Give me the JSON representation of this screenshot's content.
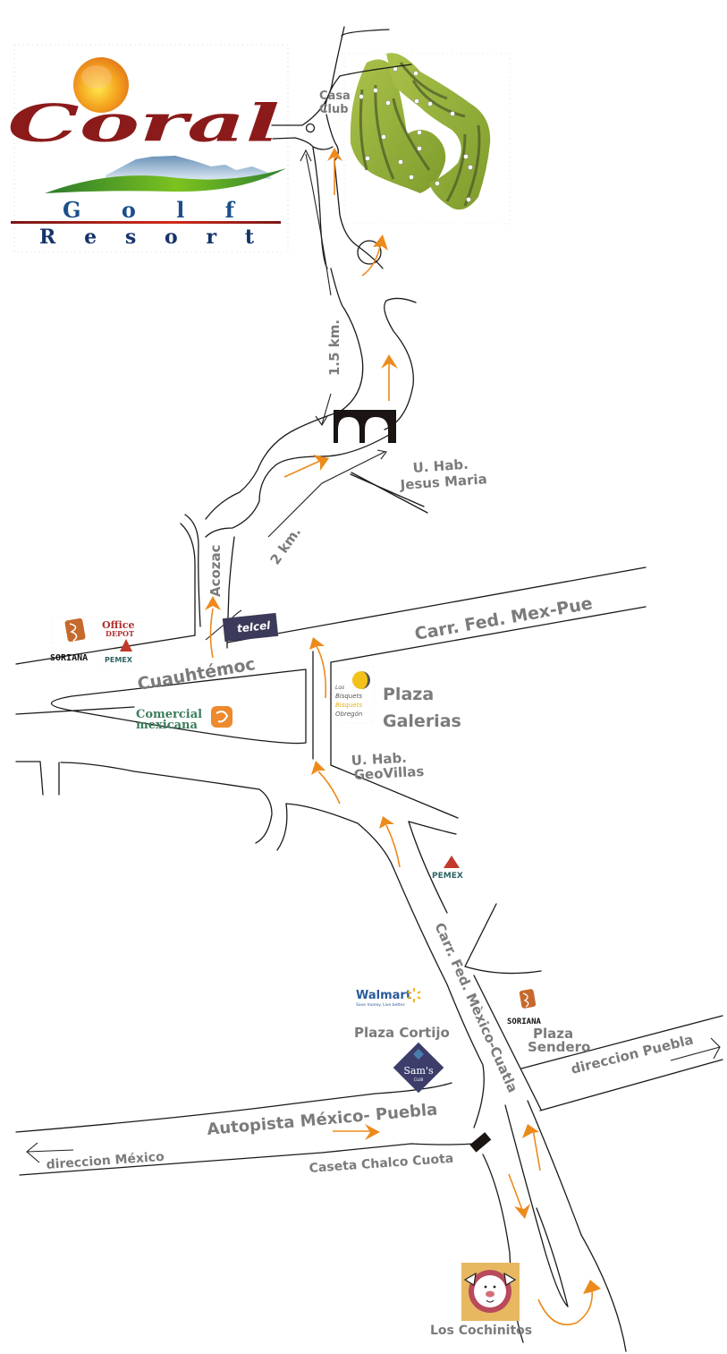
{
  "logo": {
    "brand": "Coral",
    "line1": "Golf",
    "line2": "Resort",
    "colors": {
      "brand": "#8b1a1a",
      "golf": "#1a4f8a",
      "resort": "#16336b",
      "rule": "#8b1a1a",
      "sun": "#f39a1e",
      "mountain": "#7ea2c4",
      "hill": "#3f9a2a"
    }
  },
  "labels": {
    "casa_club": [
      "Casa",
      "Club"
    ],
    "dist_1_5": "1.5 km.",
    "dist_2": "2 km.",
    "jesus_maria": [
      "U. Hab.",
      "Jesus Maria"
    ],
    "acozac": "Acozac",
    "carr_mex_pue": "Carr. Fed. Mex-Pue",
    "cuauhtemoc": "Cuauhtémoc",
    "plaza_galerias": [
      "Plaza",
      "Galerias"
    ],
    "geovillas": [
      "U. Hab.",
      "GeoVillas"
    ],
    "carr_mex_cuatla": "Carr. Fed. Mèxico-Cuatla",
    "plaza_cortijo": "Plaza Cortijo",
    "plaza_sendero": [
      "Plaza",
      "Sendero"
    ],
    "direccion_puebla": "direccion Puebla",
    "autopista": "Autopista México- Puebla",
    "direccion_mexico": "direccion México",
    "caseta": "Caseta Chalco Cuota",
    "cochinitos": "Los Cochinitos"
  },
  "landmarks": {
    "soriana": "SORIANA",
    "office_depot": [
      "Office",
      "DEPOT"
    ],
    "pemex": "PEMEX",
    "telcel": "telcel",
    "comercial_mexicana": [
      "Comercial",
      "mexicana"
    ],
    "walmart": "Walmart",
    "walmart_tagline": "Save money. Live better.",
    "sams": "Sam's",
    "sams_sub": "CLUB",
    "bisquets": [
      "Los",
      "Bisquets",
      "Bisquets",
      "Obregón"
    ]
  },
  "colors": {
    "route": "#ec8a1c",
    "label": "#7b7b7b",
    "road": "#1a1a1a",
    "golf_course": "#9bb53a"
  }
}
